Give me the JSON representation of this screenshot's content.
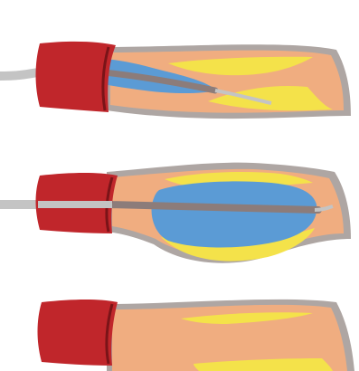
{
  "diagram": {
    "panels": [
      {
        "stage": "balloon-catheter-inserted"
      },
      {
        "stage": "balloon-inflated"
      },
      {
        "stage": "vessel-widened"
      }
    ],
    "colors": {
      "vessel_wall": "#aea6a3",
      "vessel_lumen": "#f0ad80",
      "plaque": "#f4e24a",
      "balloon": "#5b9bd5",
      "balloon_wire": "#8c7c7a",
      "sheath": "#c0262b",
      "guidewire": "#c4c4c4",
      "background": "#ffffff"
    }
  }
}
